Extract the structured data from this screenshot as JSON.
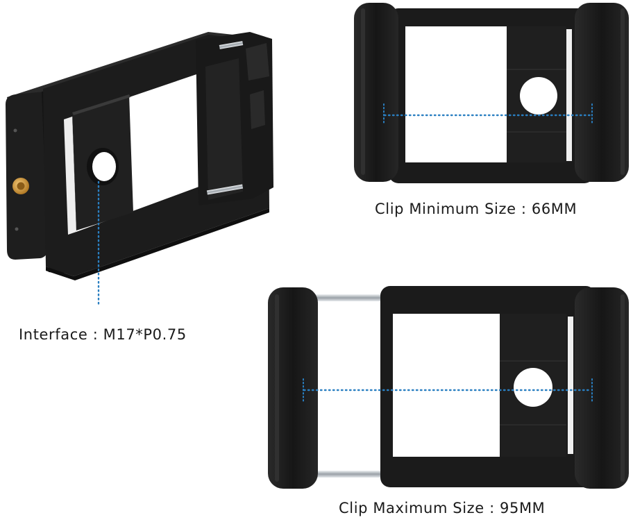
{
  "captions": {
    "min_size": "Clip Minimum Size : 66MM",
    "interface": "Interface : M17*P0.75",
    "max_size": "Clip Maximum Size : 95MM"
  },
  "colors": {
    "clip_body": "#1b1b1b",
    "clip_edge": "#2e2e2e",
    "grip_pad": "#222222",
    "brass_insert": "#d8a24a",
    "steel_rod": "#b9bfc4",
    "dimension_line": "#2a7fc1"
  }
}
